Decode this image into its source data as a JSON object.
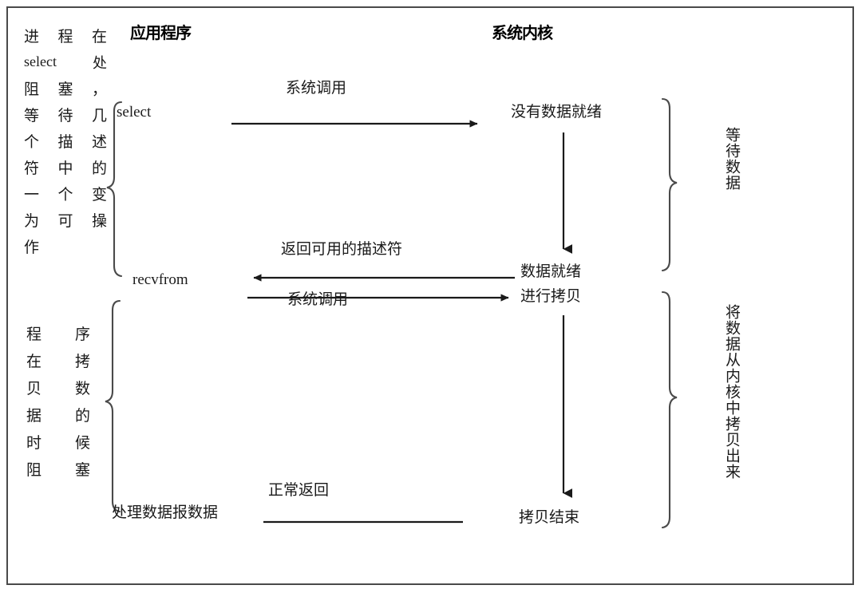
{
  "frame": {
    "border_color": "#4a4a4a"
  },
  "headers": {
    "application": "应用程序",
    "kernel": "系统内核"
  },
  "left_description_top": {
    "full_text": "进程在select处阻塞，等待几个描述符中的一个变为可操作",
    "lines": [
      {
        "chars": [
          "进",
          "程",
          "在"
        ],
        "latin": false
      },
      {
        "chars": [
          "select",
          "处"
        ],
        "latin": true
      },
      {
        "chars": [
          "阻",
          "塞",
          "，"
        ],
        "latin": false
      },
      {
        "chars": [
          "等",
          "待",
          "几"
        ],
        "latin": false
      },
      {
        "chars": [
          "个",
          "描",
          "述"
        ],
        "latin": false
      },
      {
        "chars": [
          "符",
          "中",
          "的"
        ],
        "latin": false
      },
      {
        "chars": [
          "一",
          "个",
          "变"
        ],
        "latin": false
      },
      {
        "chars": [
          "为",
          "可",
          "操"
        ],
        "latin": false
      },
      {
        "chars": [
          "作"
        ],
        "latin": false
      }
    ]
  },
  "left_description_bottom": {
    "full_text": "程序在拷贝数据的时候阻塞",
    "lines": [
      {
        "chars": [
          "程",
          "序"
        ]
      },
      {
        "chars": [
          "在",
          "拷"
        ]
      },
      {
        "chars": [
          "贝",
          "数"
        ]
      },
      {
        "chars": [
          "据",
          "的"
        ]
      },
      {
        "chars": [
          "时",
          "候"
        ]
      },
      {
        "chars": [
          "阻",
          "塞"
        ]
      }
    ]
  },
  "app_calls": {
    "select": "select",
    "recvfrom": "recvfrom",
    "process_datagram": "处理数据报数据"
  },
  "arrows": {
    "syscall_1": "系统调用",
    "return_descriptors": "返回可用的描述符",
    "syscall_2": "系统调用",
    "normal_return": "正常返回"
  },
  "kernel_states": {
    "no_data_ready": "没有数据就绪",
    "data_ready": "数据就绪",
    "copying": "进行拷贝",
    "copy_done": "拷贝结束"
  },
  "phase_braces": {
    "wait_data": "等待数据",
    "copy_from_kernel": "将数据从内核中拷贝出来"
  }
}
